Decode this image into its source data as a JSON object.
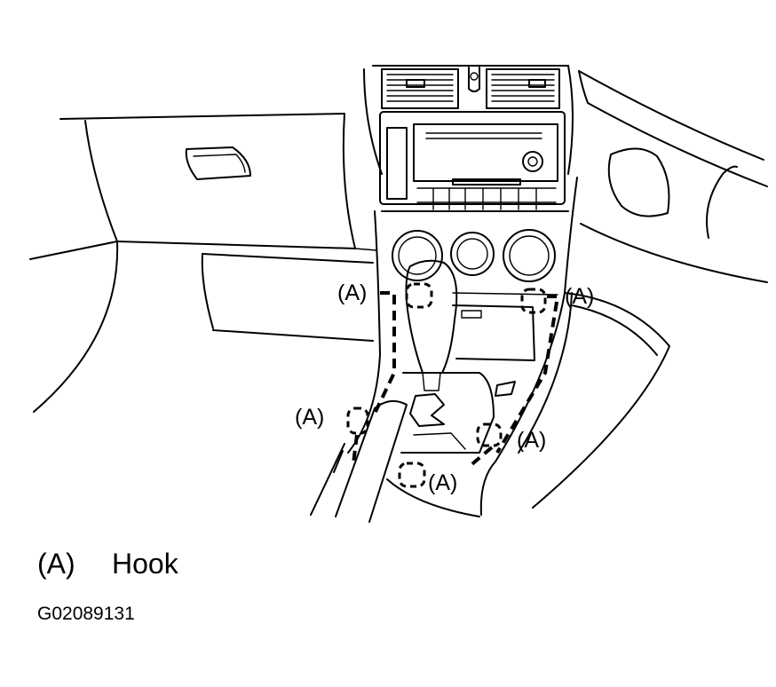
{
  "callouts": [
    {
      "id": "upper-left",
      "label": "(A)"
    },
    {
      "id": "upper-right",
      "label": "(A)"
    },
    {
      "id": "mid-left",
      "label": "(A)"
    },
    {
      "id": "mid-right",
      "label": "(A)"
    },
    {
      "id": "bottom",
      "label": "(A)"
    }
  ],
  "legend": {
    "key": "(A)",
    "text": "Hook"
  },
  "figure_id": "G02089131"
}
